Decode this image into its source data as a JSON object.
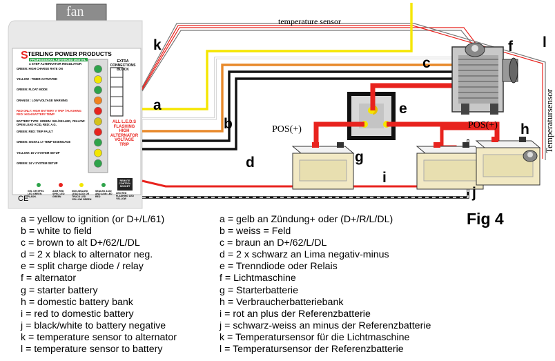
{
  "fan_label": "fan",
  "temp_sensor_label": "temperature sensor",
  "temp_sensor_label_de": "Temperatursensor",
  "fig_label": "Fig 4",
  "pos_left": "POS(+)",
  "pos_right": "POS(+)",
  "ce_mark": "CE",
  "wire_letters": {
    "a": "a",
    "b": "b",
    "c": "c",
    "d": "d",
    "e": "e",
    "f": "f",
    "g": "g",
    "h": "h",
    "i": "i",
    "j": "j",
    "k": "k",
    "l": "l"
  },
  "panel": {
    "brand": "TERLING POWER PRODUCTS",
    "logo_s": "S",
    "model_line1": "PROFESSIONAL ADVANCED DIGITAL",
    "model_line2": "4 STEP ALTERNATOR REGULATOR",
    "extra_connections": "EXTRA CONNECTIONS BLOCK",
    "led_labels": [
      "GREEN: HIGH CHARGE RATE ON",
      "YELLOW : TIMER ACTIVATED",
      "GREEN: FLOAT MODE",
      "ORANGE : LOW VOLTAGE WARNING",
      "RED ONLY: HIGH BATTERY V TRIP / FLASHING RED: HIGH BATTERY TEMP",
      "BATTERY TYPE: GREEN: GEL/SEALED, YELLOW: OPEN LEAD ACID, RED: A.G.",
      "GREEN: RED: TRIP FAULT",
      "GREEN: SIGNAL LT TEMP DISENGAGE",
      "YELLOW: 15 V SYSTEM SETUP",
      "GREEN: 24 V SYSTEM SETUP"
    ],
    "flash_text": [
      "ALL L.E.D.S",
      "FLASHING",
      "HIGH",
      "ALTERNATOR",
      "VOLTAGE",
      "TRIP"
    ],
    "remote_label": "REMOTE CONTROL SOCKET",
    "bottom_labels": [
      "GEL OR SPEC LED GREEN FLASH.",
      "AGM RED SPEC LED GREEN",
      "NON-SEALED LEAD ACID OR TRUCK LED YELLOW GREEN",
      "SEALED ACID AND AGM LED RED",
      "LED RED FLASHING LED YELLOW"
    ],
    "led_colors": [
      "#2ea34a",
      "#f2e600",
      "#2ea34a",
      "#f0821e",
      "#e8231e",
      "#d4c21a",
      "#e8231e",
      "#2ea34a",
      "#f2e600",
      "#2ea34a"
    ]
  },
  "legend_en": [
    "a = yellow to ignition (or D+/L/61)",
    "b = white to field",
    "c = brown to alt D+/62/L/DL",
    "d = 2 x black to alternator neg.",
    "e = split charge diode / relay",
    "f = alternator",
    "g = starter battery",
    "h = domestic battery bank",
    "i = red to domestic battery",
    "j = black/white to battery negative",
    "k = temperature sensor to alternator",
    "l = temperature sensor to battery"
  ],
  "legend_de": [
    "a = gelb an Zündung+ oder (D+/R/L/DL)",
    "b = weiss = Feld",
    "c = braun an D+/62/L/DL",
    "d = 2 x schwarz an Lima negativ-minus",
    "e = Trenndiode oder Relais",
    "f = Lichtmaschine",
    "g = Starterbatterie",
    "h = Verbraucherbatteriebank",
    "i = rot an plus der Referenzbatterie",
    "j = schwarz-weiss an minus der Referenzbatterie",
    "k = Temperatursensor für die Lichtmaschine",
    "l = Temperatursensor der Referenzbatterie"
  ],
  "colors": {
    "yellow": "#f5e600",
    "white": "#ffffff",
    "brown": "#e8892a",
    "black": "#111111",
    "red": "#e8231e",
    "panel_bg": "#ebebeb"
  }
}
